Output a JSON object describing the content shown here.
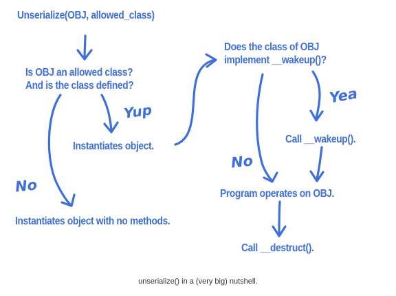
{
  "colors": {
    "ink": "#3f6fd8",
    "caption": "#333333",
    "background": "#ffffff"
  },
  "nodes": {
    "unserialize": "Unserialize(OBJ, allowed_class)",
    "allowed_check_line1": "Is OBJ an allowed class?",
    "allowed_check_line2": "And is the class defined?",
    "instantiates": "Instantiates object.",
    "no_methods": "Instantiates object with no methods.",
    "wakeup_check_line1": "Does the class of OBJ",
    "wakeup_check_line2": "implement __wakeup()?",
    "call_wakeup": "Call __wakeup().",
    "program_operates": "Program operates on OBJ.",
    "call_destruct": "Call __destruct()."
  },
  "edge_labels": {
    "yup": "Yup",
    "no_left": "No",
    "yea": "Yea",
    "no_right": "No"
  },
  "caption": "unserialize() in a (very big) nutshell."
}
